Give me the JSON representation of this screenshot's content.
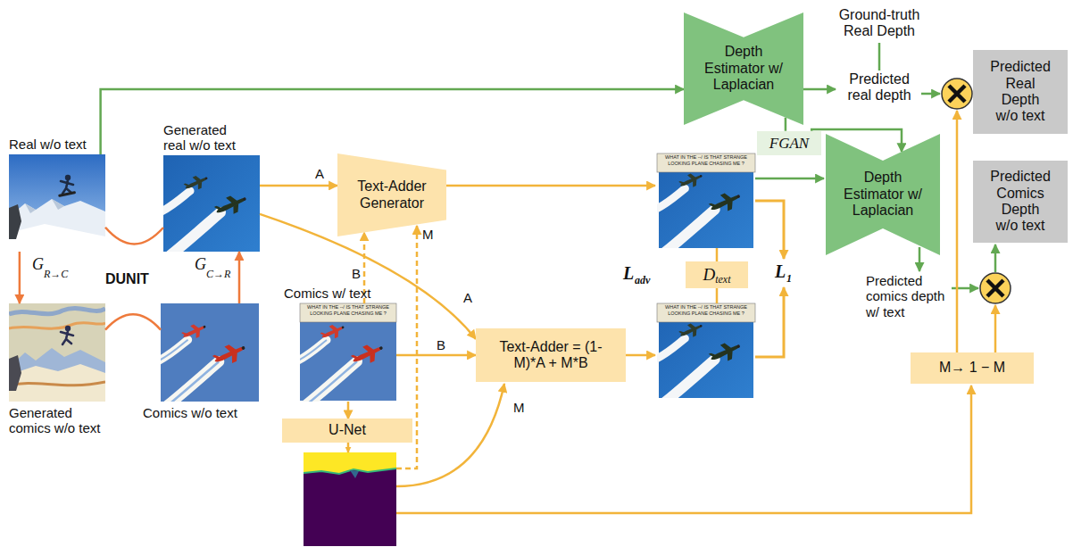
{
  "diagram": {
    "nodes": [
      {
        "text": [
          "Real w/o text"
        ]
      },
      {
        "text": [
          "Generated real w/o text"
        ]
      },
      {
        "text": [
          "Generated comics w/o text"
        ]
      },
      {
        "text": [
          "Comics w/o text"
        ]
      },
      {
        "text": [
          "Comics w/ text"
        ]
      },
      {
        "text": [
          "Text-Adder Generator"
        ]
      },
      {
        "text": [
          "Text-Adder = (1-M)*A + M*B"
        ]
      },
      {
        "text": [
          "U-Net"
        ]
      },
      {
        "text": [
          "Depth Estimator w/ Laplacian"
        ]
      },
      {
        "text": [
          "Depth Estimator w/ Laplacian"
        ]
      },
      {
        "text": [
          "FGAN"
        ]
      },
      {
        "text": [
          "D",
          "text"
        ]
      },
      {
        "text": [
          "Predicted Real Depth w/o text"
        ]
      },
      {
        "text": [
          "Predicted Comics Depth w/o text"
        ]
      },
      {
        "text": [
          "M→ 1 − M"
        ]
      }
    ],
    "edges": [
      {
        "from": 0,
        "to": 8,
        "arrow": "to"
      },
      {
        "from": 0,
        "to": 2,
        "arrow": "to"
      },
      {
        "from": 3,
        "to": 1,
        "arrow": "to"
      },
      {
        "from": 0,
        "to": 1,
        "arrow": "none"
      },
      {
        "from": 2,
        "to": 3,
        "arrow": "none"
      },
      {
        "from": 1,
        "to": 5,
        "label": "A",
        "arrow": "to"
      },
      {
        "from": 1,
        "to": 6,
        "label": "A",
        "arrow": "to"
      },
      {
        "from": 4,
        "to": 6,
        "label": "B",
        "arrow": "to"
      },
      {
        "from": 4,
        "to": 5,
        "label": "B",
        "arrow": "to"
      },
      {
        "from": 4,
        "to": 7,
        "arrow": "to"
      },
      {
        "from": 8,
        "to": 10,
        "arrow": "none"
      },
      {
        "from": 10,
        "to": 9,
        "arrow": "to"
      }
    ],
    "labels": [
      "Ground-truth Real Depth",
      "Predicted real depth",
      "Predicted comics depth w/ text",
      "DUNIT",
      "G",
      "R→C",
      "G",
      "C→R",
      "M",
      "M",
      "L",
      "adv",
      "L",
      "1",
      "WHAT IN THE --/ IS THAT STRANGE LOOKING PLANE CHASING ME ?",
      "WHAT IN THE --/ IS THAT STRANGE LOOKING PLANE CHASING ME ?",
      "WHAT IN THE --/ IS THAT STRANGE LOOKING PLANE CHASING ME ?"
    ]
  }
}
